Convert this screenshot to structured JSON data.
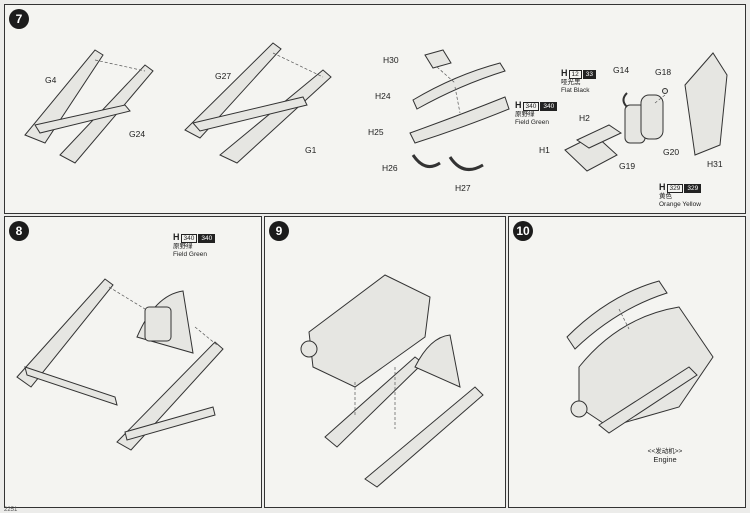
{
  "steps": {
    "s7": "7",
    "s8": "8",
    "s9": "9",
    "s10": "10"
  },
  "step7": {
    "labels": {
      "g4": "G4",
      "g24": "G24",
      "g27": "G27",
      "g1": "G1",
      "h30": "H30",
      "h24": "H24",
      "h25": "H25",
      "h26": "H26",
      "h27": "H27",
      "h2": "H2",
      "h1": "H1",
      "g14": "G14",
      "g18": "G18",
      "g19": "G19",
      "g20": "G20",
      "h31": "H31"
    },
    "paint_field_green": {
      "h": "H",
      "a": "340",
      "b": "340",
      "cn": "原野绿",
      "en": "Field Green"
    },
    "paint_flat_black": {
      "h": "H",
      "a": "12",
      "b": "33",
      "cn": "哑光黑",
      "en": "Flat Black"
    },
    "paint_orange_yellow": {
      "h": "H",
      "a": "329",
      "b": "329",
      "cn": "黄色",
      "en": "Orange Yellow"
    }
  },
  "step8": {
    "paint": {
      "h": "H",
      "a": "340",
      "b": "340",
      "cn": "原野绿",
      "en": "Field Green"
    }
  },
  "step10": {
    "caption_cn": "<<发动机>>",
    "caption_en": "Engine"
  },
  "footer": {
    "page": "2251"
  }
}
